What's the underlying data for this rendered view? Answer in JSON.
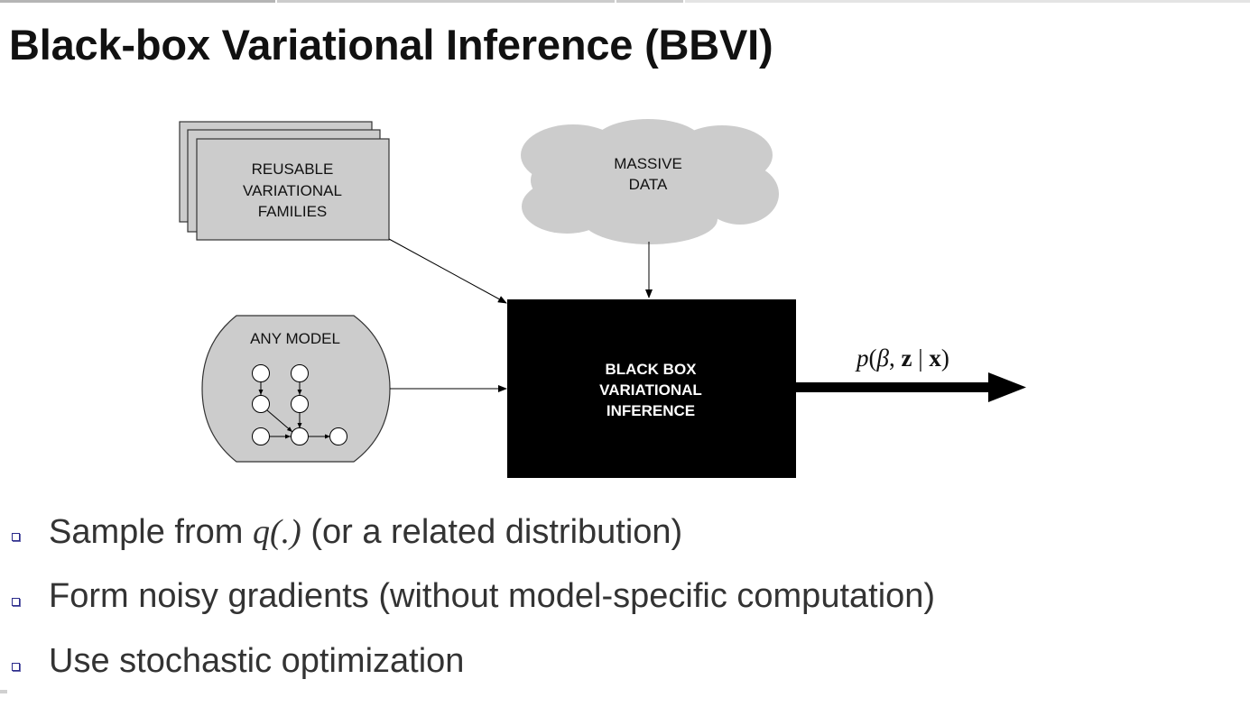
{
  "progress": {
    "sections_complete_fraction": 0.55,
    "colors": {
      "done": "#b5b5b5",
      "current": "#cccccc",
      "remaining": "#e4e4e4"
    }
  },
  "slide": {
    "title": "Black-box Variational Inference (BBVI)"
  },
  "diagram": {
    "families": {
      "lines": [
        "REUSABLE",
        "VARIATIONAL",
        "FAMILIES"
      ],
      "fill": "#cccccc"
    },
    "data": {
      "lines": [
        "MASSIVE",
        "DATA"
      ],
      "fill": "#cccccc"
    },
    "model": {
      "label": "ANY MODEL",
      "fill": "#cccccc"
    },
    "black_box": {
      "lines": [
        "BLACK BOX",
        "VARIATIONAL",
        "INFERENCE"
      ],
      "fill": "#000000"
    },
    "output": {
      "formula": "p(β, z | x)"
    }
  },
  "bullets": [
    {
      "before": "Sample from ",
      "math": "q(.)",
      "after": " (or a related distribution)"
    },
    {
      "before": "Form noisy gradients (without model-specific computation)",
      "math": "",
      "after": ""
    },
    {
      "before": "Use stochastic optimization",
      "math": "",
      "after": ""
    }
  ],
  "colors": {
    "bullet_marker": "#2a2a8a",
    "bullet_text": "#333333",
    "title": "#111111"
  }
}
